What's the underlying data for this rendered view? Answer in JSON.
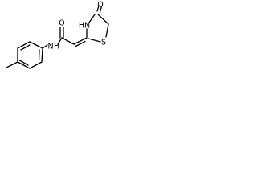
{
  "molecule": {
    "atom_labels": {
      "oxygen_ring": "O",
      "nitrogen_ring": "HN",
      "sulfur_ring": "S",
      "oxygen_amide": "O",
      "nitrogen_amide": "N",
      "hydrogen_amide": "H"
    }
  }
}
